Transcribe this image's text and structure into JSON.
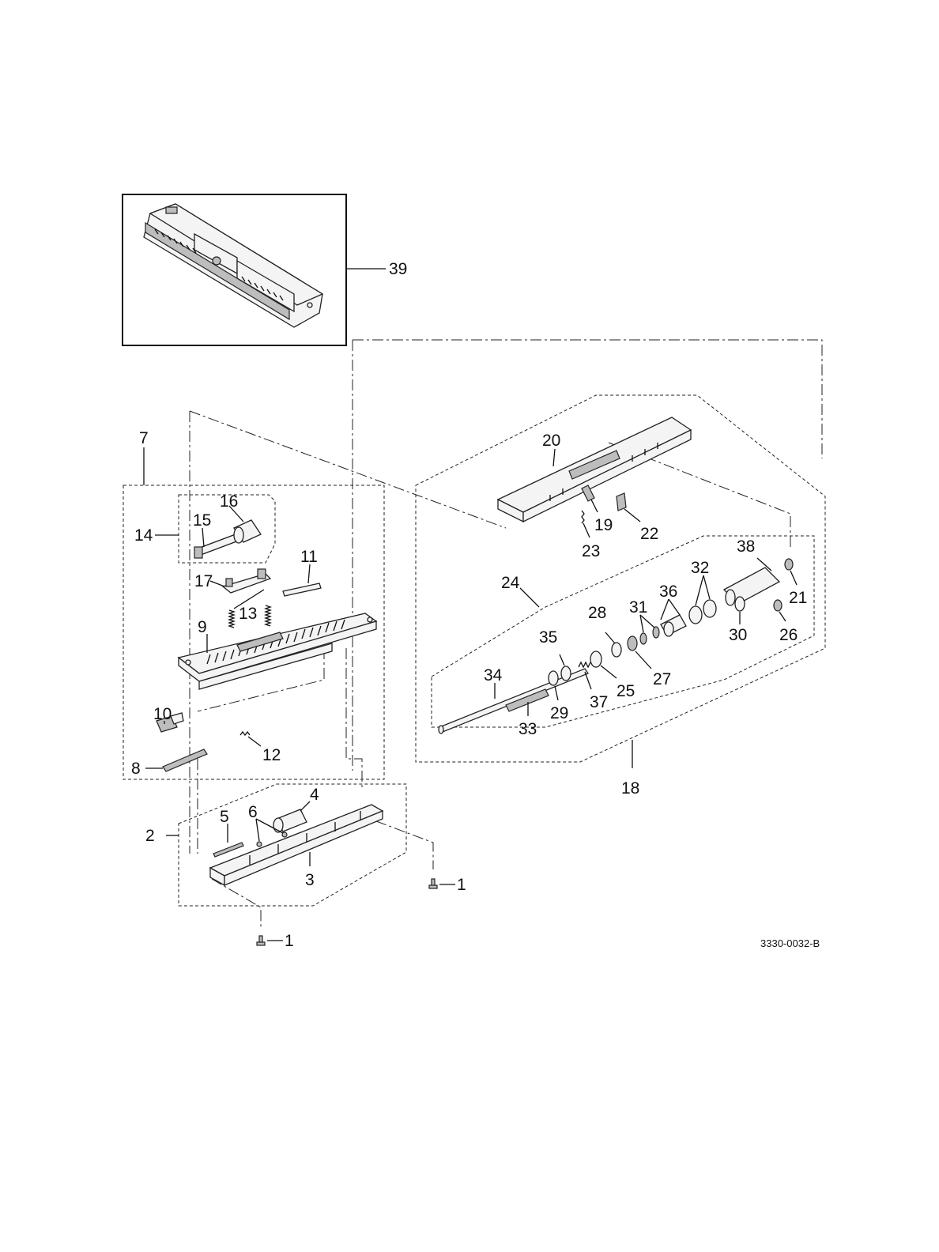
{
  "diagram": {
    "document_id": "3330-0032-B",
    "callouts": {
      "c1a": "1",
      "c1b": "1",
      "c2": "2",
      "c3": "3",
      "c4": "4",
      "c5": "5",
      "c6": "6",
      "c7": "7",
      "c8": "8",
      "c9": "9",
      "c10": "10",
      "c11": "11",
      "c12": "12",
      "c13": "13",
      "c14": "14",
      "c15": "15",
      "c16": "16",
      "c17": "17",
      "c18": "18",
      "c19": "19",
      "c20": "20",
      "c21": "21",
      "c22": "22",
      "c23": "23",
      "c24": "24",
      "c25": "25",
      "c26": "26",
      "c27": "27",
      "c28": "28",
      "c29": "29",
      "c30": "30",
      "c31": "31",
      "c32": "32",
      "c33": "33",
      "c34": "34",
      "c35": "35",
      "c36": "36",
      "c37": "37",
      "c38": "38",
      "c39": "39"
    }
  }
}
